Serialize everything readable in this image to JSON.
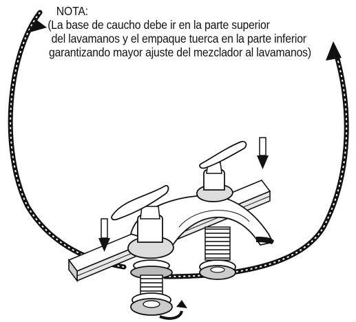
{
  "note": {
    "title": "NOTA:",
    "lines": [
      "(La base de caucho debe ir en la parte superior",
      "del lavamanos y el empaque tuerca en la parte inferior",
      "garantizando mayor ajuste del mezclador al lavamanos)"
    ]
  },
  "icons": [
    "curved-arrow-left",
    "curved-arrow-right",
    "down-arrow-left",
    "down-arrow-right",
    "rotate-arrow"
  ],
  "colors": {
    "ink": "#111111",
    "fill": "#ffffff",
    "shade": "#cfcfcf"
  }
}
